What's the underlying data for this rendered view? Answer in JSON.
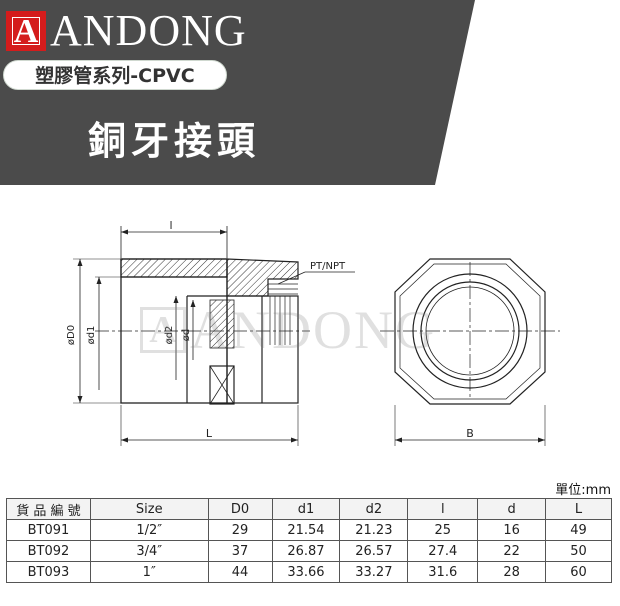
{
  "header": {
    "logo_letter": "A",
    "brand": "ANDONG",
    "series": "塑膠管系列-CPVC",
    "product": "銅牙接頭",
    "colors": {
      "banner": "#4b4b4b",
      "brand_red": "#d41c1c"
    }
  },
  "drawing": {
    "label_l_top": "l",
    "label_thread": "PT/NPT",
    "label_d0": "øD0",
    "label_d1": "ød1",
    "label_d2": "ød2",
    "label_d": "ød",
    "label_L": "L",
    "label_B": "B",
    "watermark_letter": "A",
    "watermark_text": "ANDONG"
  },
  "table": {
    "unit": "單位:mm",
    "headers": [
      "貨 品 編 號",
      "Size",
      "D0",
      "d1",
      "d2",
      "l",
      "d",
      "L"
    ],
    "rows": [
      [
        "BT091",
        "1/2″",
        "29",
        "21.54",
        "21.23",
        "25",
        "16",
        "49"
      ],
      [
        "BT092",
        "3/4″",
        "37",
        "26.87",
        "26.57",
        "27.4",
        "22",
        "50"
      ],
      [
        "BT093",
        "1″",
        "44",
        "33.66",
        "33.27",
        "31.6",
        "28",
        "60"
      ]
    ]
  }
}
